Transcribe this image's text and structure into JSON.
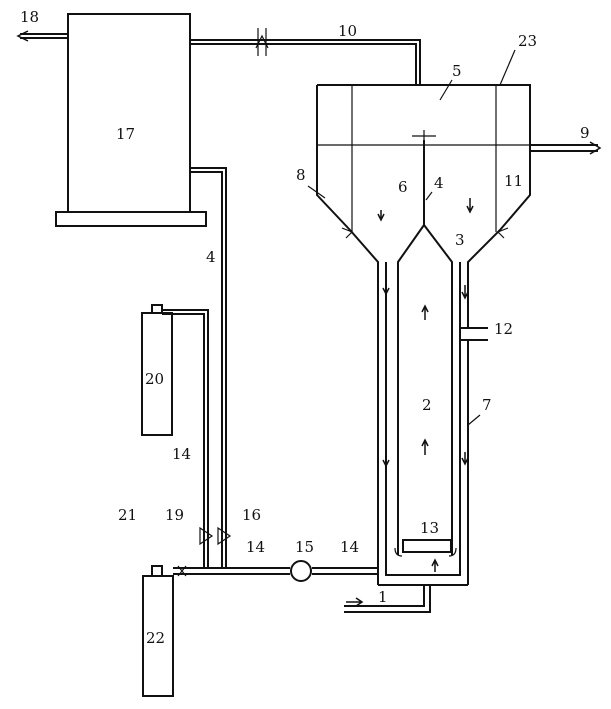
{
  "labels": {
    "l1": "1",
    "l2": "2",
    "l3": "3",
    "l4a": "4",
    "l4b": "4",
    "l5": "5",
    "l6": "6",
    "l7": "7",
    "l8": "8",
    "l9": "9",
    "l10": "10",
    "l11": "11",
    "l12": "12",
    "l13": "13",
    "l14a": "14",
    "l14b": "14",
    "l14c": "14",
    "l15": "15",
    "l16": "16",
    "l17": "17",
    "l18": "18",
    "l19": "19",
    "l20": "20",
    "l21": "21",
    "l22": "22",
    "l23": "23"
  }
}
